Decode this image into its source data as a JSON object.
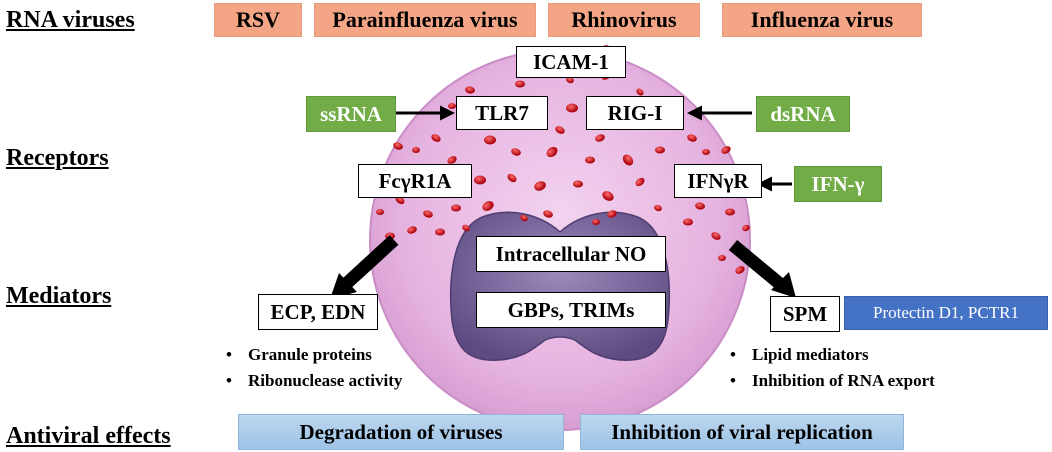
{
  "rows": {
    "rna_viruses": "RNA viruses",
    "receptors": "Receptors",
    "mediators": "Mediators",
    "antiviral_effects": "Antiviral effects"
  },
  "viruses": [
    "RSV",
    "Parainfluenza virus",
    "Rhinovirus",
    "Influenza virus"
  ],
  "receptors": {
    "icam1": "ICAM-1",
    "tlr7": "TLR7",
    "rigi": "RIG-I",
    "fcgr1a": "FcγR1A",
    "ifngr": "IFNγR"
  },
  "ligands": {
    "ssrna": "ssRNA",
    "dsrna": "dsRNA",
    "ifng": "IFN-γ"
  },
  "intracellular": {
    "no": "Intracellular NO",
    "gbps": "GBPs, TRIMs"
  },
  "mediators": {
    "ecp_edn": "ECP, EDN",
    "spm": "SPM",
    "spm_examples": "Protectin D1, PCTR1",
    "left_bullets": [
      "Granule proteins",
      "Ribonuclease activity"
    ],
    "right_bullets": [
      "Lipid mediators",
      "Inhibition of RNA export"
    ]
  },
  "effects": {
    "degradation": "Degradation of viruses",
    "inhibition": "Inhibition of viral replication"
  },
  "colors": {
    "virus_box": "#f4a585",
    "ligand_box": "#71ac47",
    "effect_box": "#9dc3e6",
    "spm_tag": "#4472c4",
    "cell": "#e6b3e0",
    "nucleus": "#6e5a92",
    "granule": "#d0101a"
  }
}
